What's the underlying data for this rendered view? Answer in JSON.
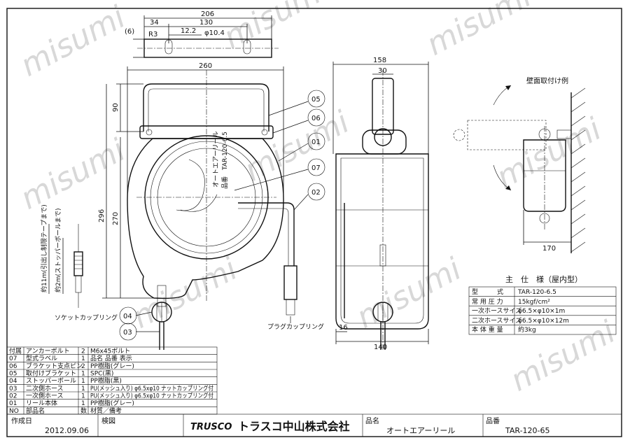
{
  "watermark": "misumi",
  "views": {
    "top": {
      "dims": {
        "overall": "206",
        "a": "34",
        "b": "130",
        "c": "12.2",
        "hole": "φ10.4",
        "radius": "R3",
        "thick": "(6)"
      }
    },
    "front": {
      "dims": {
        "width": "260",
        "handle": "90",
        "height_total": "296",
        "height_body": "270"
      },
      "label": {
        "line1": "オートエアーリール",
        "line2": "品番　TAR-120-6.5"
      },
      "plug_label": "プラグカップリング",
      "socket_label": "ソケットカップリング",
      "side_note1": "約11m(引出し制限テープまで)",
      "side_note2": "約2m(ストッパーボールまで)"
    },
    "side": {
      "dims": {
        "width": "158",
        "arm": "30",
        "offset": "16",
        "base": "140"
      }
    },
    "mount": {
      "title": "壁面取付け例",
      "dim": "170"
    }
  },
  "callouts": [
    "05",
    "06",
    "01",
    "07",
    "02",
    "04",
    "03"
  ],
  "spec": {
    "title": "主　仕　様（屋内型）",
    "rows": [
      {
        "k": "型　　　式",
        "v": "TAR-120-6.5"
      },
      {
        "k": "常 用 圧 力",
        "v": "15kgf/cm²"
      },
      {
        "k": "一次ホースサイズ",
        "v": "φ6.5×φ10×1m"
      },
      {
        "k": "二次ホースサイズ",
        "v": "φ6.5×φ10×12m"
      },
      {
        "k": "本 体 重 量",
        "v": "約3kg"
      }
    ]
  },
  "parts": {
    "rows": [
      {
        "no": "付属",
        "name": "アンカーボルト",
        "qty": "2",
        "mat": "M6x45ボルト"
      },
      {
        "no": "07",
        "name": "型式ラベル",
        "qty": "1",
        "mat": "品名 品番 表示"
      },
      {
        "no": "06",
        "name": "ブラケット支点ピン",
        "qty": "2",
        "mat": "PP樹脂(グレー)"
      },
      {
        "no": "05",
        "name": "取付けブラケット",
        "qty": "1",
        "mat": "SPC(黒)"
      },
      {
        "no": "04",
        "name": "ストッパーボール",
        "qty": "1",
        "mat": "PP樹脂(黒)"
      },
      {
        "no": "03",
        "name": "二次側ホース",
        "qty": "1",
        "mat": "PU(メッシュ入り) φ6.5xφ10 ナットカップリング付"
      },
      {
        "no": "02",
        "name": "一次側ホース",
        "qty": "1",
        "mat": "PU(メッシュ入り) φ6.5xφ10 ナットカップリング付"
      },
      {
        "no": "01",
        "name": "リール本体",
        "qty": "1",
        "mat": "PP樹脂(グレー)"
      }
    ],
    "header": {
      "no": "NO",
      "name": "部品名",
      "qty": "数",
      "mat": "材質／備考"
    }
  },
  "title_block": {
    "created_label": "作成日",
    "created": "2012.09.06",
    "approve_label": "検図",
    "brand": "TRUSCO",
    "company": "トラスコ中山株式会社",
    "product_label": "品名",
    "product": "オートエアーリール",
    "code_label": "品番",
    "code": "TAR-120-65"
  }
}
